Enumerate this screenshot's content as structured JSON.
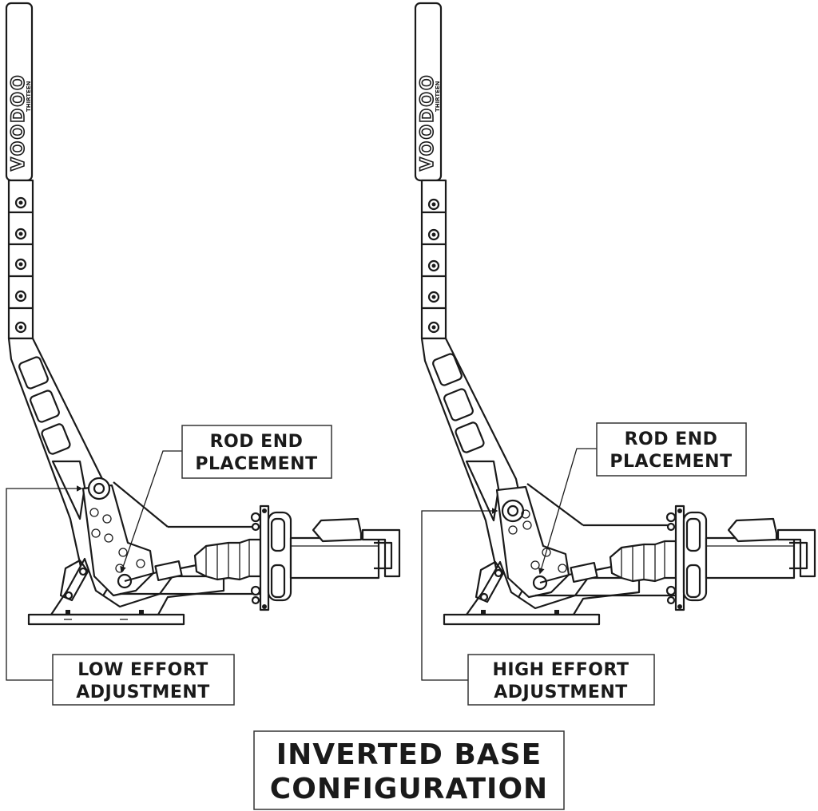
{
  "title": {
    "line1": "INVERTED BASE",
    "line2": "CONFIGURATION"
  },
  "handle_brand": {
    "main": "VOODOO",
    "sub": "THIRTEEN"
  },
  "left_assembly": {
    "rod_end_label": {
      "line1": "ROD END",
      "line2": "PLACEMENT"
    },
    "effort_label": {
      "line1": "LOW EFFORT",
      "line2": "ADJUSTMENT"
    }
  },
  "right_assembly": {
    "rod_end_label": {
      "line1": "ROD END",
      "line2": "PLACEMENT"
    },
    "effort_label": {
      "line1": "HIGH EFFORT",
      "line2": "ADJUSTMENT"
    }
  },
  "colors": {
    "line": "#1a1a1a",
    "background": "#ffffff"
  }
}
